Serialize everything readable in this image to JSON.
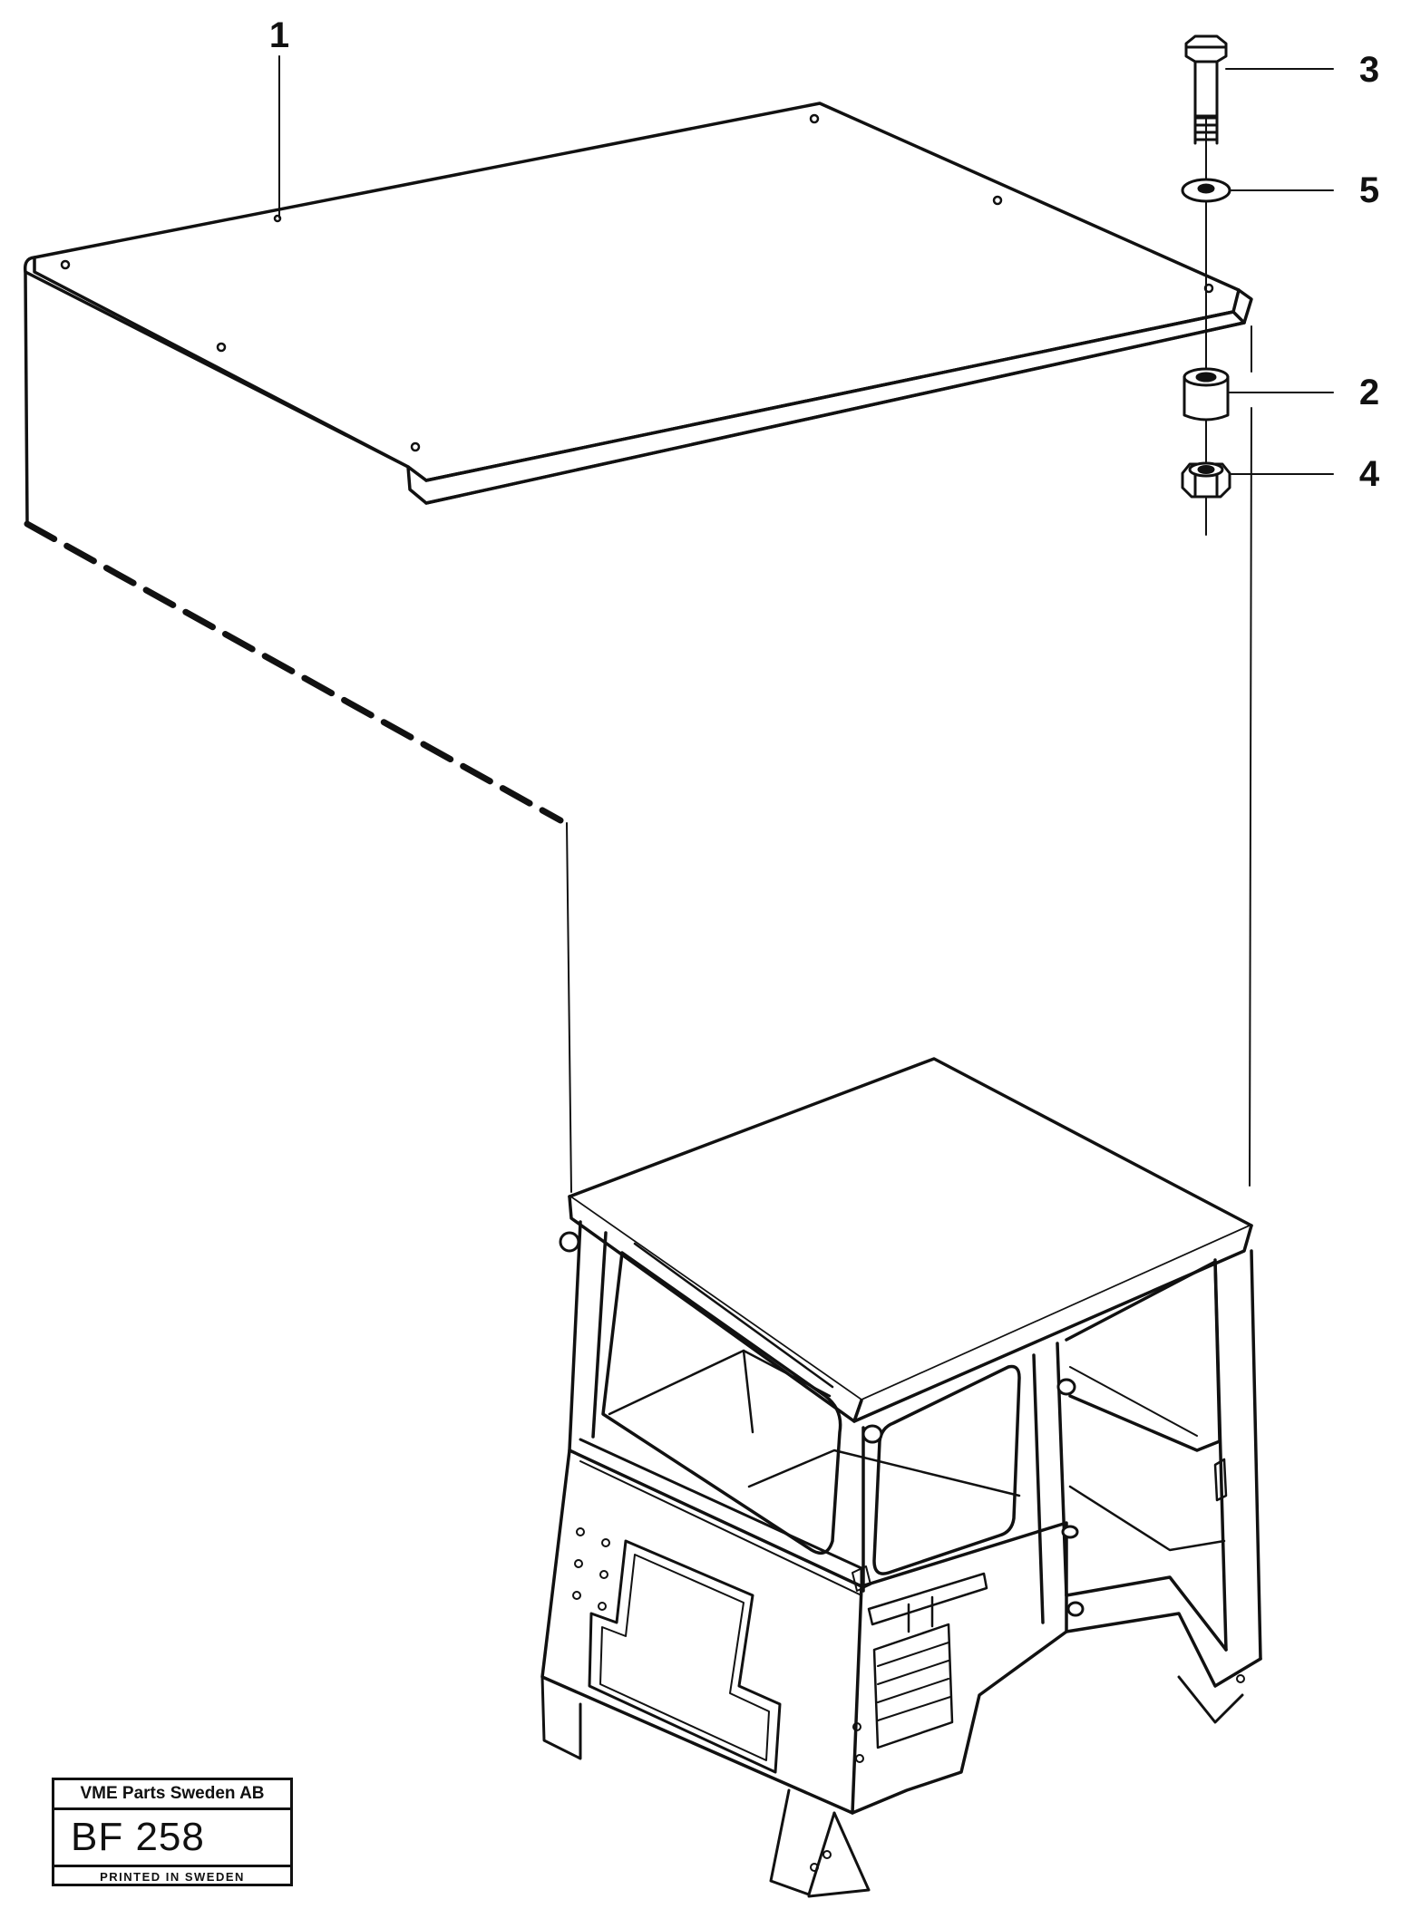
{
  "callouts": {
    "roof_panel": "1",
    "spacer": "2",
    "bolt": "3",
    "nut": "4",
    "washer": "5"
  },
  "stamp": {
    "company": "VME Parts Sweden AB",
    "code": "BF 258",
    "printed": "PRINTED IN SWEDEN"
  }
}
